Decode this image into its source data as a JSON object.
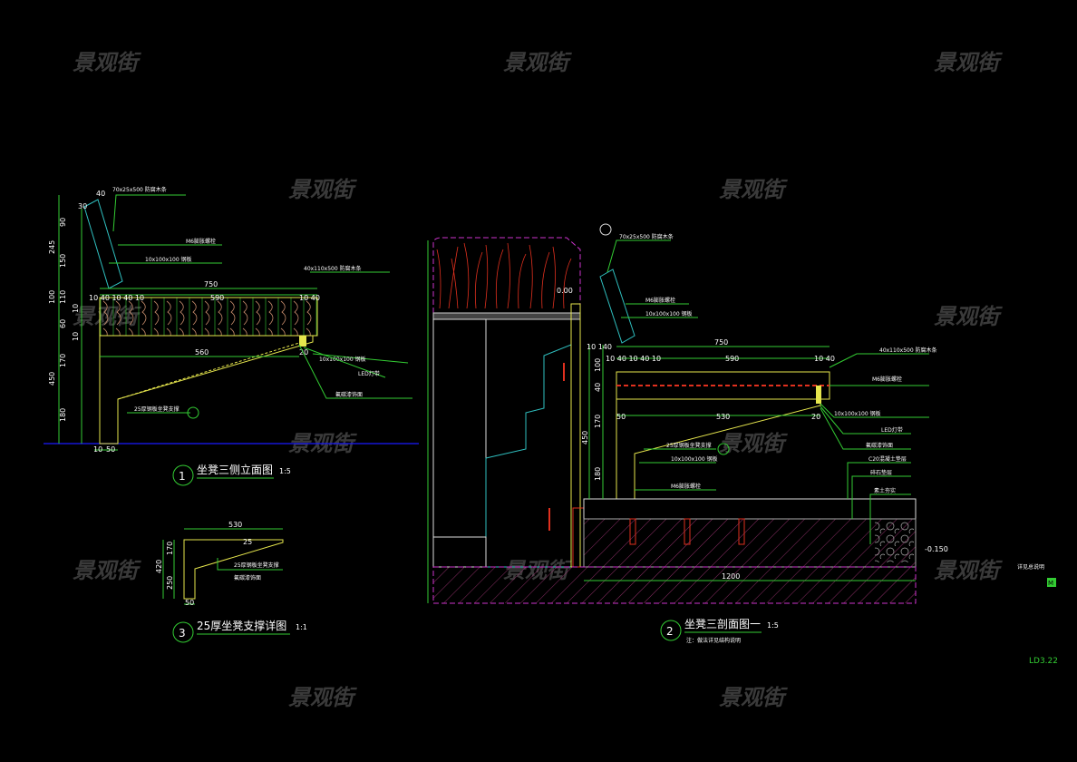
{
  "watermark": "景观街",
  "sheet_number": "LD3.22",
  "sheet_tag": "M",
  "side_note": "详见总说明",
  "colors": {
    "background": "#000000",
    "dimension": "#33cc33",
    "outline": "#e6e64d",
    "ground": "#1a1aff",
    "planting": "#e0301e",
    "planter_edge": "#cc33cc",
    "watermark": "#3a3a3a"
  },
  "views": [
    {
      "number": "1",
      "title": "坐凳三侧立面图",
      "scale": "1:5"
    },
    {
      "number": "2",
      "title": "坐凳三剖面图一",
      "scale": "1:5",
      "note": "注：做法详见结构说明"
    },
    {
      "number": "3",
      "title": "25厚坐凳支撑详图",
      "scale": "1:1"
    }
  ],
  "dims_view1": {
    "d245": "245",
    "d90": "90",
    "d150": "150",
    "d100": "100",
    "d110": "110",
    "d10a": "10",
    "d60": "60",
    "d10b": "10",
    "d450": "450",
    "d170": "170",
    "d180": "180",
    "d750": "750",
    "d590": "590",
    "d10_40": "10 40",
    "row": "10  40 10 40 10",
    "d560": "560",
    "d20": "20",
    "d10c": "10",
    "d50": "50",
    "d30": "30",
    "d40": "40"
  },
  "dims_view2": {
    "d750": "750",
    "d590": "590",
    "row": "10  40 10 40 10",
    "d10_40": "10 40",
    "d10_140": "10 140",
    "d50": "50",
    "d530": "530",
    "d20": "20",
    "d450": "450",
    "d170": "170",
    "d180": "180",
    "d100": "100",
    "d40": "40",
    "d1200": "1200",
    "elev": "0.00",
    "elev2": "-0.150"
  },
  "dims_view3": {
    "d530": "530",
    "d170": "170",
    "d250": "250",
    "d420": "420",
    "d50": "50",
    "d25": "25"
  },
  "annotations": {
    "back_top": "70x25x500 防腐木条",
    "led": "LED灯带",
    "bolt": "M6膨胀螺栓",
    "steel": "10x100x100 钢板",
    "bracket": "25厚钢板坐凳支撑",
    "paint": "氟碳漆饰面",
    "top_slat": "40x110x500 防腐木条",
    "base": "C20混凝土垫层",
    "gravel": "碎石垫层",
    "soil": "素土夯实"
  }
}
